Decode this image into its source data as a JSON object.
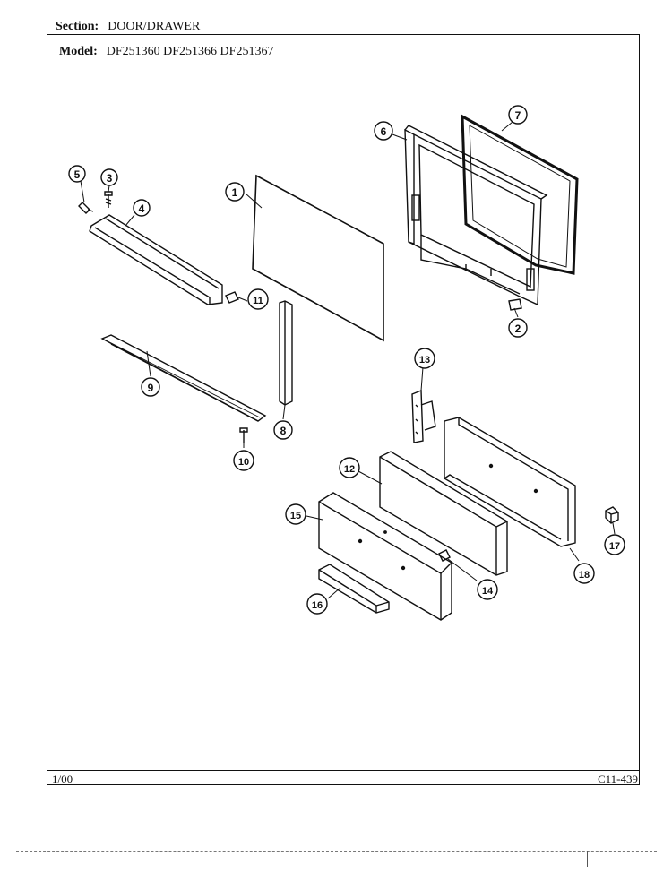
{
  "header": {
    "section_label": "Section:",
    "section_value": "DOOR/DRAWER",
    "model_label": "Model:",
    "model_value": "DF251360 DF251366 DF251367"
  },
  "footer": {
    "date": "1/00",
    "code": "C11-439"
  },
  "callouts": [
    "1",
    "2",
    "3",
    "4",
    "5",
    "6",
    "7",
    "8",
    "9",
    "10",
    "11",
    "12",
    "13",
    "14",
    "15",
    "16",
    "17",
    "18"
  ]
}
